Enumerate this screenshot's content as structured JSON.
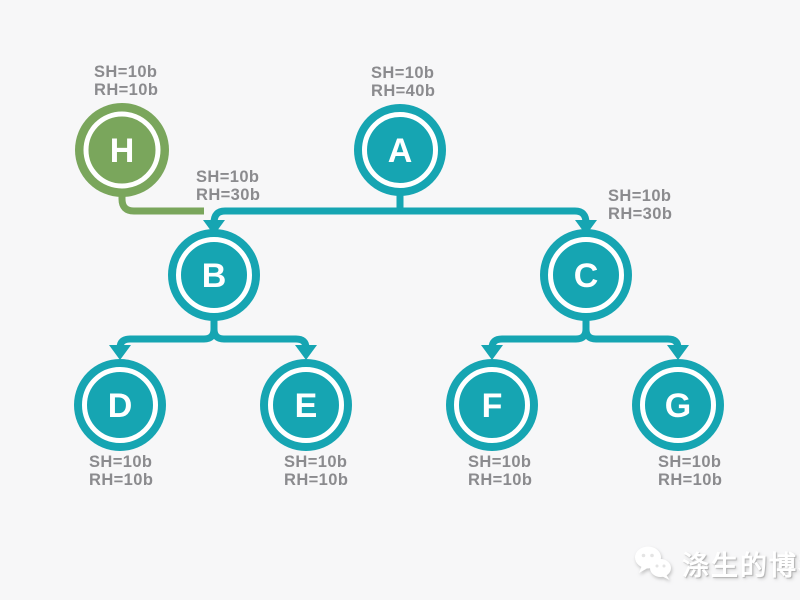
{
  "colors": {
    "background": "#f7f7f8",
    "teal": "#16a5b2",
    "green": "#7aa65c",
    "label": "#8b8b8e"
  },
  "diagram": {
    "type": "tree",
    "nodes": [
      {
        "id": "A",
        "label": "A",
        "sh": "SH=10b",
        "rh": "RH=40b",
        "color_role": "teal",
        "level": "root"
      },
      {
        "id": "B",
        "label": "B",
        "sh": "SH=10b",
        "rh": "RH=30b",
        "color_role": "teal",
        "level": "middle"
      },
      {
        "id": "C",
        "label": "C",
        "sh": "SH=10b",
        "rh": "RH=30b",
        "color_role": "teal",
        "level": "middle"
      },
      {
        "id": "D",
        "label": "D",
        "sh": "SH=10b",
        "rh": "RH=10b",
        "color_role": "teal",
        "level": "leaf"
      },
      {
        "id": "E",
        "label": "E",
        "sh": "SH=10b",
        "rh": "RH=10b",
        "color_role": "teal",
        "level": "leaf"
      },
      {
        "id": "F",
        "label": "F",
        "sh": "SH=10b",
        "rh": "RH=10b",
        "color_role": "teal",
        "level": "leaf"
      },
      {
        "id": "G",
        "label": "G",
        "sh": "SH=10b",
        "rh": "RH=10b",
        "color_role": "teal",
        "level": "leaf"
      },
      {
        "id": "H",
        "label": "H",
        "sh": "SH=10b",
        "rh": "RH=10b",
        "color_role": "green",
        "level": "root"
      }
    ],
    "edges": [
      {
        "from": "H",
        "to": "B",
        "color_role": "green"
      },
      {
        "from": "A",
        "to": "B",
        "color_role": "teal"
      },
      {
        "from": "A",
        "to": "C",
        "color_role": "teal"
      },
      {
        "from": "B",
        "to": "D",
        "color_role": "teal"
      },
      {
        "from": "B",
        "to": "E",
        "color_role": "teal"
      },
      {
        "from": "C",
        "to": "F",
        "color_role": "teal"
      },
      {
        "from": "C",
        "to": "G",
        "color_role": "teal"
      }
    ]
  },
  "watermark": {
    "text": "涤生的博客",
    "icon": "wechat-icon"
  }
}
